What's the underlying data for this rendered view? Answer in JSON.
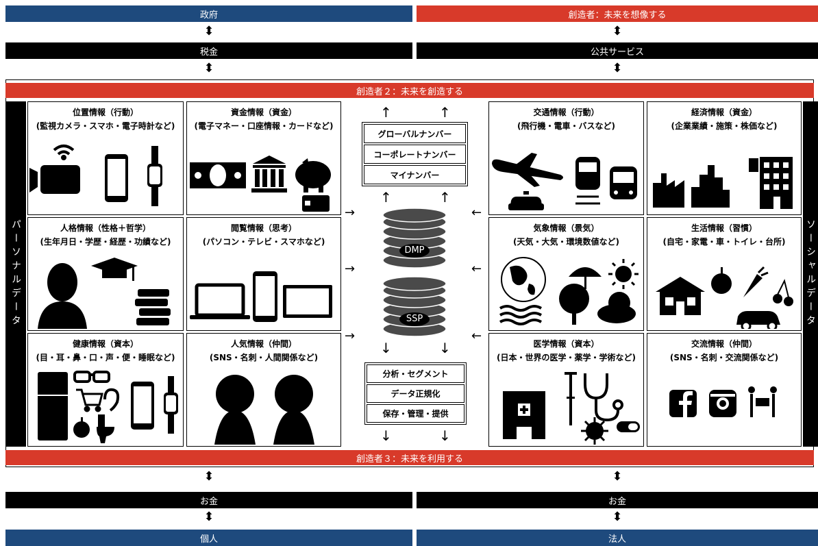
{
  "top": {
    "left_header": "政府",
    "right_header": "創造者：未来を想像する",
    "left_flow": "税金",
    "right_flow": "公共サービス"
  },
  "creator2": "創造者２：未来を創造する",
  "creator3": "創造者３：未来を利用する",
  "side": {
    "left": "パーソナルデータ",
    "right": "ソーシャルデータ"
  },
  "boxes": {
    "location": {
      "title": "位置情報（行動）",
      "sub": "(監視カメラ・スマホ・電子時計など)"
    },
    "funds": {
      "title": "資金情報（資金）",
      "sub": "(電子マネー・口座情報・カードなど)"
    },
    "personality": {
      "title": "人格情報（性格＋哲学）",
      "sub": "(生年月日・学歴・経歴・功績など)"
    },
    "browsing": {
      "title": "閲覧情報（思考）",
      "sub": "(パソコン・テレビ・スマホなど)"
    },
    "health": {
      "title": "健康情報（資本）",
      "sub": "(目・耳・鼻・口・声・便・睡眠など)"
    },
    "popularity": {
      "title": "人気情報（仲間）",
      "sub": "(SNS・名刺・人間関係など)"
    },
    "traffic": {
      "title": "交通情報（行動）",
      "sub": "(飛行機・電車・バスなど)"
    },
    "economy": {
      "title": "経済情報（資金）",
      "sub": "(企業業績・施策・株価など)"
    },
    "weather": {
      "title": "気象情報（景気）",
      "sub": "(天気・大気・環境数値など)"
    },
    "life": {
      "title": "生活情報（習慣）",
      "sub": "(自宅・家電・車・トイレ・台所)"
    },
    "medical": {
      "title": "医学情報（資本）",
      "sub": "(日本・世界の医学・薬学・学術など)"
    },
    "exchange": {
      "title": "交流情報（仲間）",
      "sub": "(SNS・名刺・交流関係など)"
    }
  },
  "id_numbers": [
    "グローバルナンバー",
    "コーポレートナンバー",
    "マイナンバー"
  ],
  "processes": [
    "分析・セグメント",
    "データ正規化",
    "保存・管理・提供"
  ],
  "db": {
    "dmp": "DMP",
    "ssp": "SSP"
  },
  "bottom": {
    "left_flow": "お金",
    "right_flow": "お金",
    "left_footer": "個人",
    "right_footer": "法人"
  },
  "icons": {
    "location": [
      "video-camera",
      "wifi",
      "smartphone",
      "wristwatch"
    ],
    "funds": [
      "banknote",
      "bank",
      "piggy-bank",
      "credit-card"
    ],
    "personality": [
      "head-silhouette",
      "graduation-cap",
      "books"
    ],
    "browsing": [
      "laptop",
      "smartphone",
      "tv"
    ],
    "health": [
      "fridge",
      "glasses",
      "cart",
      "ear",
      "apple",
      "toilet",
      "smartphone",
      "wristwatch"
    ],
    "popularity": [
      "person",
      "person"
    ],
    "traffic": [
      "airplane",
      "train",
      "bus",
      "taxi"
    ],
    "economy": [
      "factory",
      "city-skyline",
      "office-building"
    ],
    "weather": [
      "globe",
      "umbrella",
      "sun",
      "waves",
      "tree",
      "cloud"
    ],
    "life": [
      "house",
      "apple",
      "carrot",
      "cherries",
      "car"
    ],
    "medical": [
      "hospital",
      "crutch",
      "stethoscope",
      "virus",
      "pill"
    ],
    "exchange": [
      "facebook",
      "instagram",
      "business-card-exchange"
    ]
  }
}
